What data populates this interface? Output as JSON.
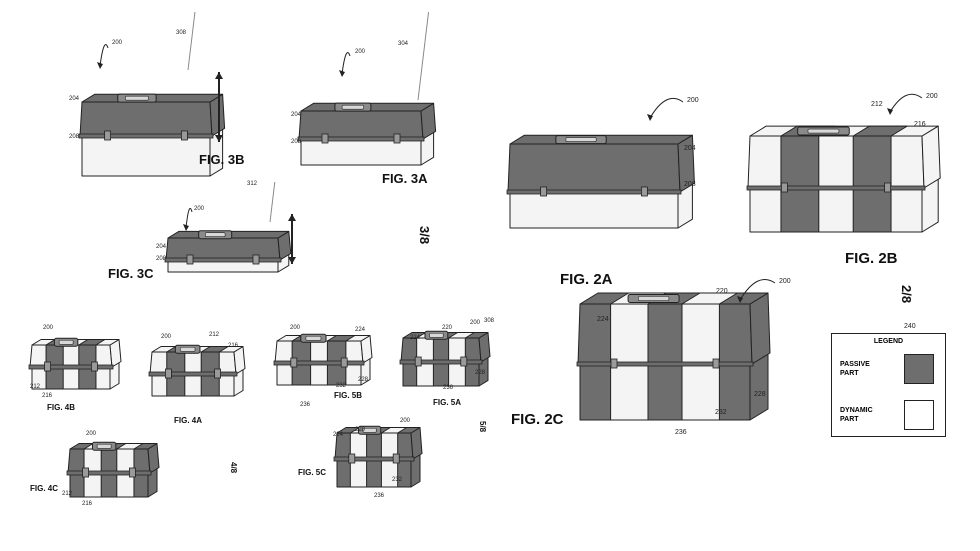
{
  "figures": {
    "fig_3b": "FIG. 3B",
    "fig_3a": "FIG. 3A",
    "fig_3c": "FIG. 3C",
    "fig_2a": "FIG. 2A",
    "fig_2b": "FIG. 2B",
    "fig_2c": "FIG. 2C",
    "fig_4b": "FIG. 4B",
    "fig_4a": "FIG. 4A",
    "fig_4c": "FIG. 4C",
    "fig_5b": "FIG. 5B",
    "fig_5a": "FIG. 5A",
    "fig_5c": "FIG. 5C"
  },
  "sheets": {
    "sheet_3": "3/8",
    "sheet_2": "2/8",
    "sheet_4": "4/8",
    "sheet_5": "5/8"
  },
  "refs": {
    "r200": "200",
    "r204": "204",
    "r208": "208",
    "r212": "212",
    "r216": "216",
    "r220": "220",
    "r224": "224",
    "r228": "228",
    "r232": "232",
    "r236": "236",
    "r240": "240",
    "r304": "304",
    "r308": "308",
    "r312": "312"
  },
  "legend": {
    "title": "LEGEND",
    "passive": "PASSIVE\nPART",
    "dynamic": "DYNAMIC\nPART",
    "passive_color": "#6e6e6e",
    "dynamic_color": "#ffffff"
  },
  "colors": {
    "passive": "#6e6e6e",
    "dynamic": "#f4f4f4",
    "line": "#222222"
  }
}
